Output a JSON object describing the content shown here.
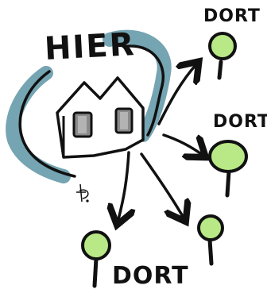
{
  "labels": {
    "here": "HIER",
    "there_top": "DORT",
    "there_right": "DORT",
    "there_bottom": "DORT"
  },
  "icons": {
    "house": "house-icon",
    "pin": "map-pin-icon",
    "arrow": "arrow-icon",
    "signature": "signature-mark"
  },
  "colors": {
    "ink": "#111111",
    "swirl": "#6e9fae",
    "pin_fill": "#b8e986",
    "window": "#8a8a8a"
  }
}
